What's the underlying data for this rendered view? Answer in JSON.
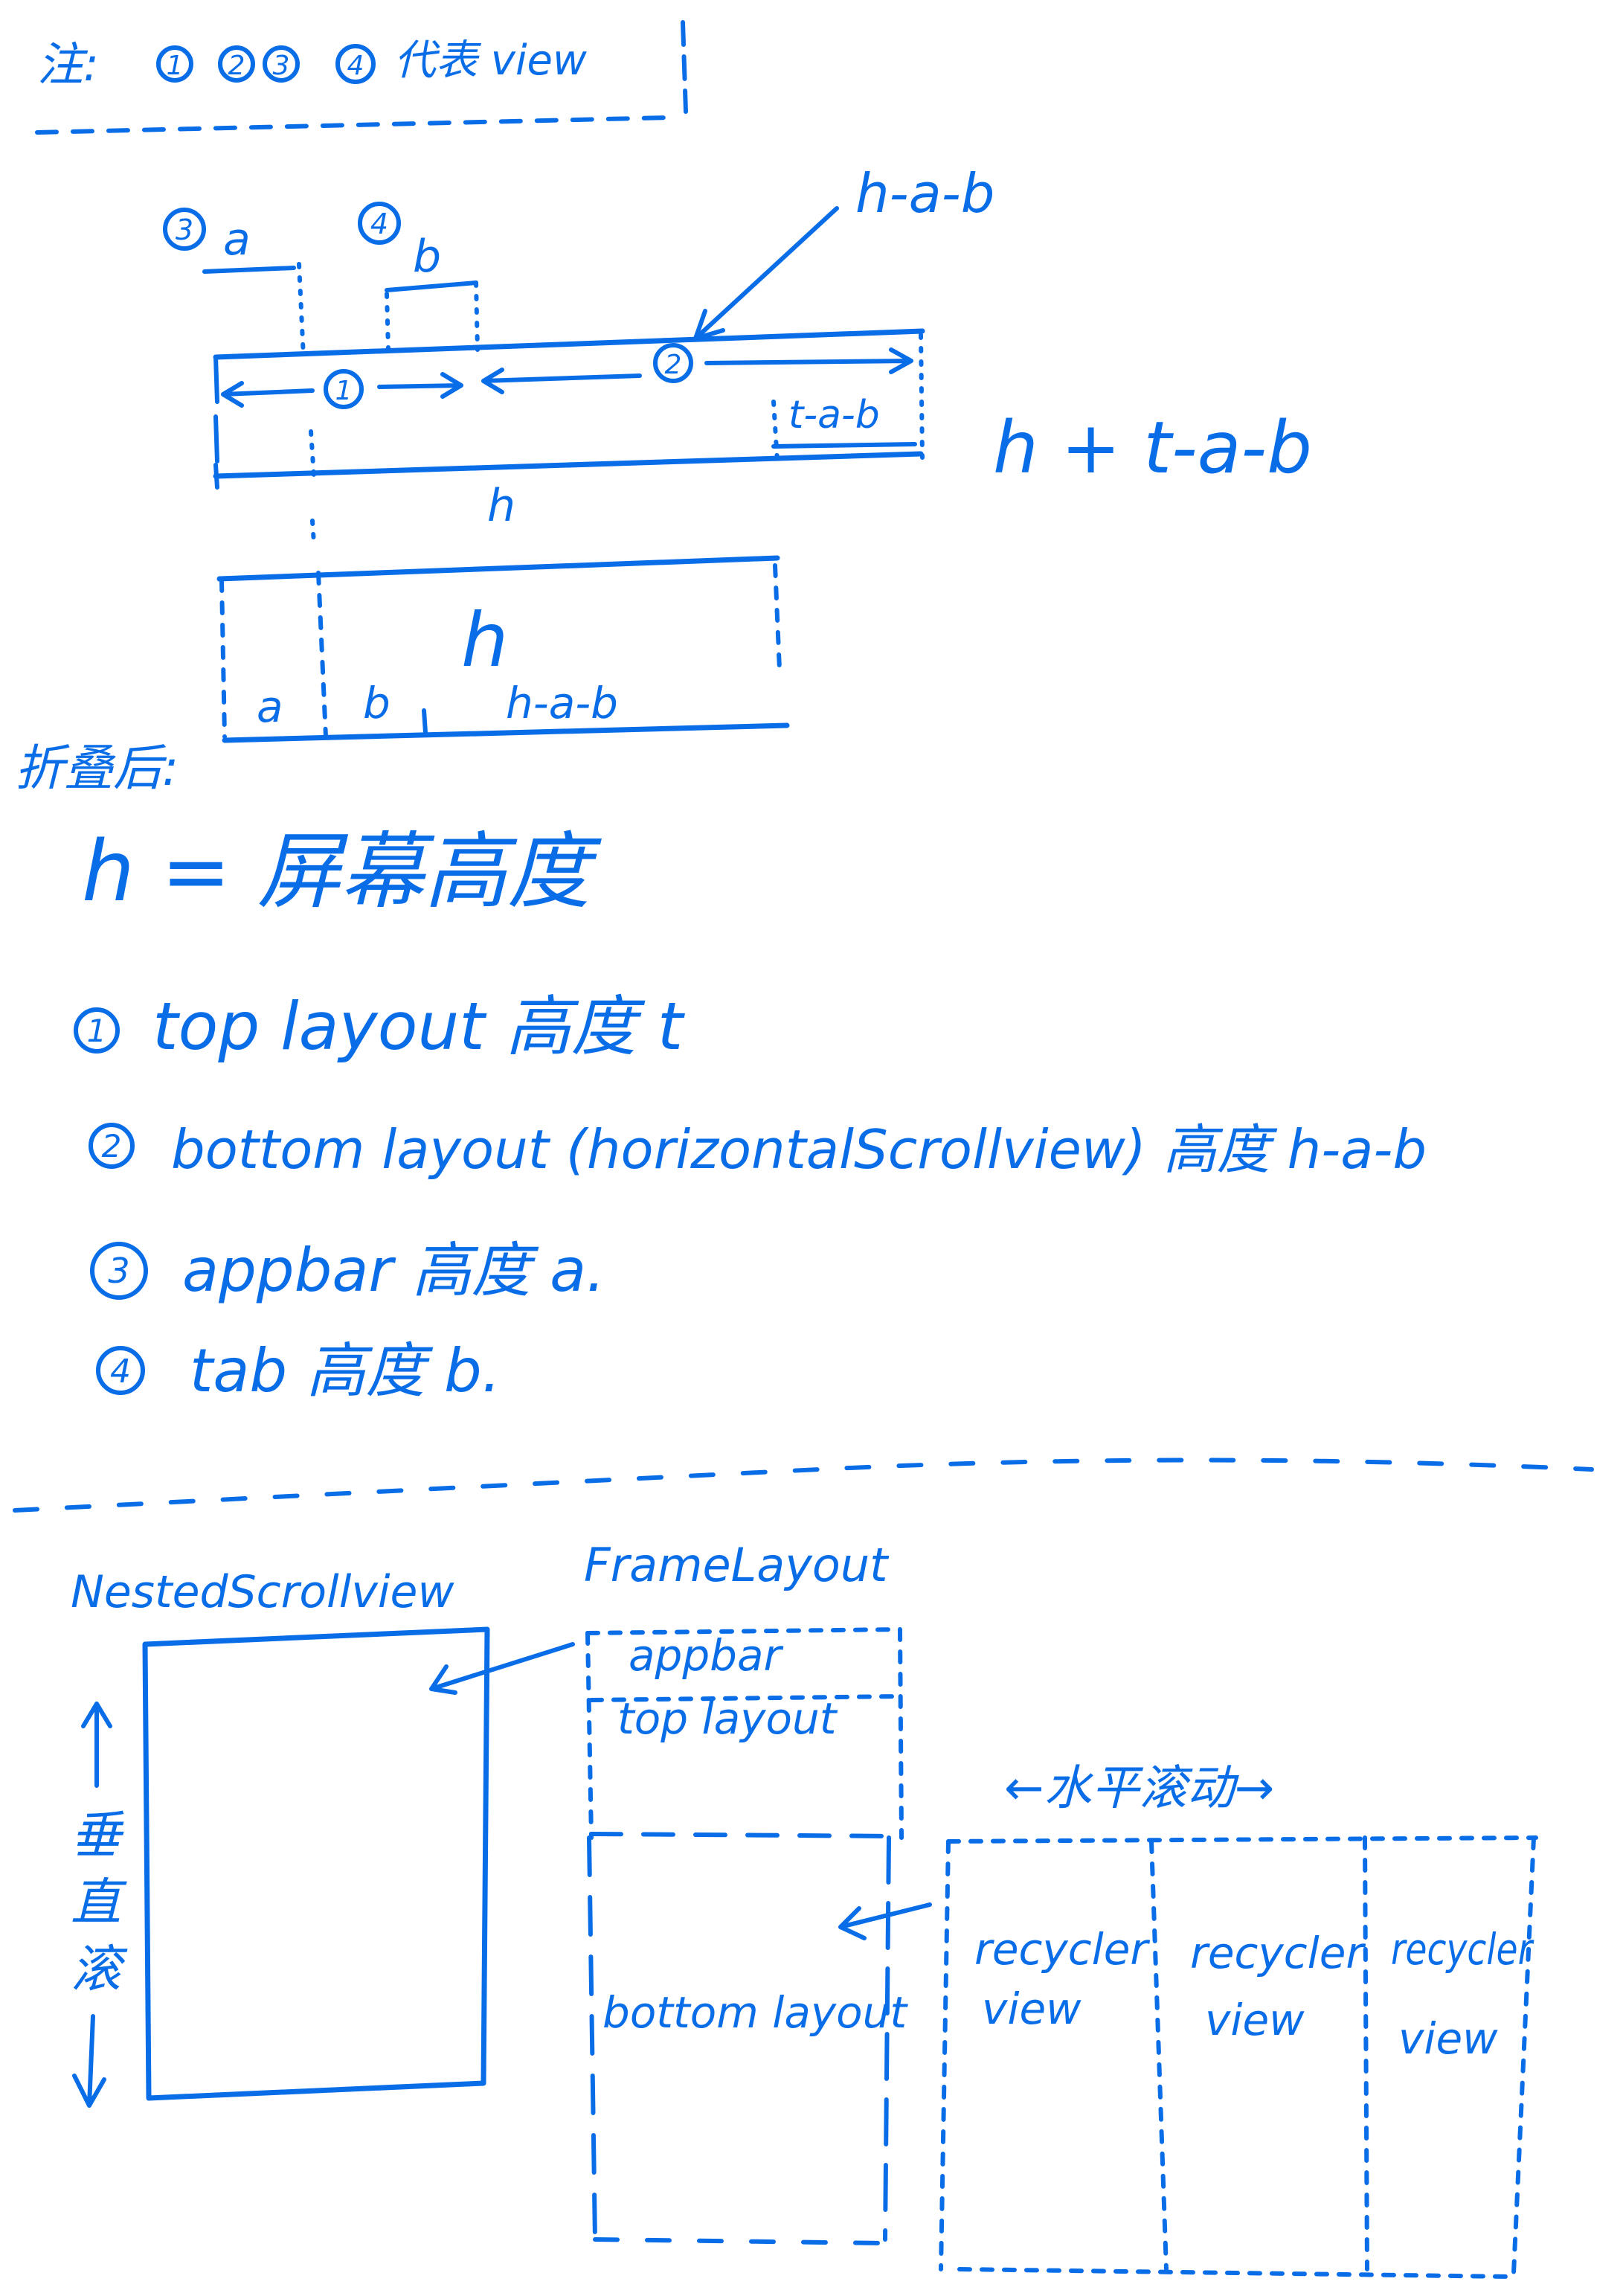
{
  "note": {
    "prefix": "注:",
    "markers": [
      "1",
      "2",
      "3",
      "4"
    ],
    "suffix": "代表 view"
  },
  "top_diagram": {
    "label_a_marker": "3",
    "label_a": "a",
    "label_b_marker": "4",
    "label_b": "b",
    "arrow_label": "h-a-b",
    "view1_marker": "1",
    "view2_marker": "2",
    "tab_segment_label": "t-a-b",
    "total_right_label": "h + t-a-b",
    "h_label": "h"
  },
  "collapsed_diagram": {
    "h_label": "h",
    "seg_a": "a",
    "seg_b": "b",
    "seg_rest": "h-a-b",
    "caption": "折叠后:"
  },
  "definitions": {
    "h_eq": "h = 屏幕高度",
    "items": [
      {
        "marker": "1",
        "text": "top layout 高度 t"
      },
      {
        "marker": "2",
        "text": "bottom layout (horizontalScrollview) 高度 h-a-b"
      },
      {
        "marker": "3",
        "text": "appbar 高度 a."
      },
      {
        "marker": "4",
        "text": "tab 高度 b."
      }
    ]
  },
  "layout_diagram": {
    "nested_label": "NestedScrollview",
    "vertical_label": [
      "垂",
      "直",
      "滚"
    ],
    "frame_label": "FrameLayout",
    "appbar_label": "appbar",
    "toplayout_label": "top layout",
    "bottomlayout_label": "bottom layout",
    "horizontal_label": "←水平滚动→",
    "recycler": [
      {
        "line1": "recycler",
        "line2": "view"
      },
      {
        "line1": "recycler",
        "line2": "view"
      },
      {
        "line1": "recycler",
        "line2": "view"
      }
    ]
  }
}
